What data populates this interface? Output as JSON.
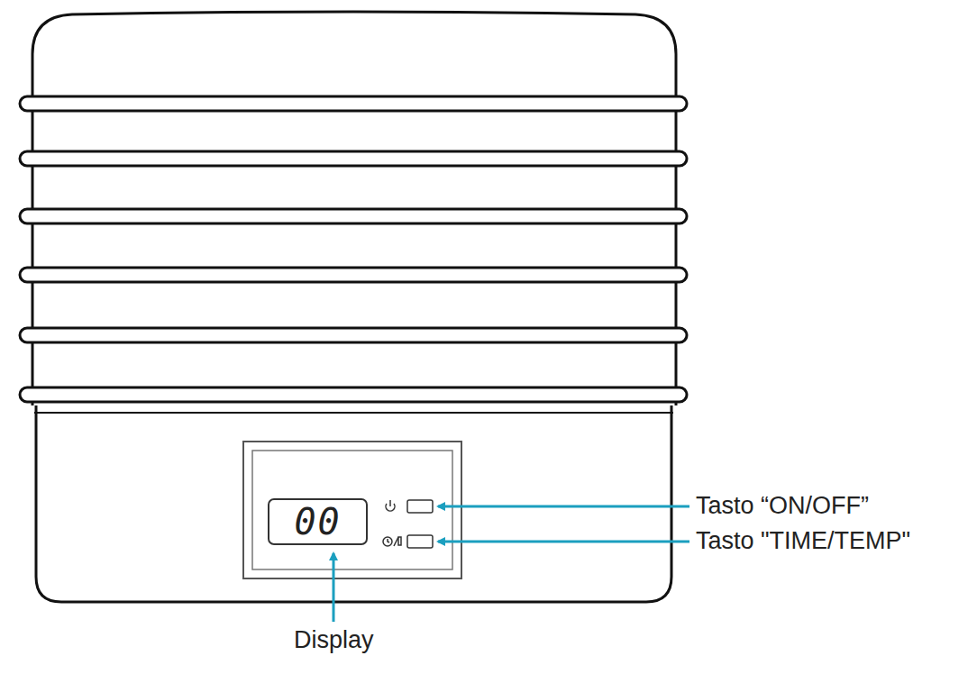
{
  "diagram": {
    "nodes": [
      {
        "text": [
          "00"
        ]
      }
    ],
    "labels": [
      "Tasto “ON/OFF”",
      "Tasto \"TIME/TEMP\"",
      "Display"
    ]
  }
}
